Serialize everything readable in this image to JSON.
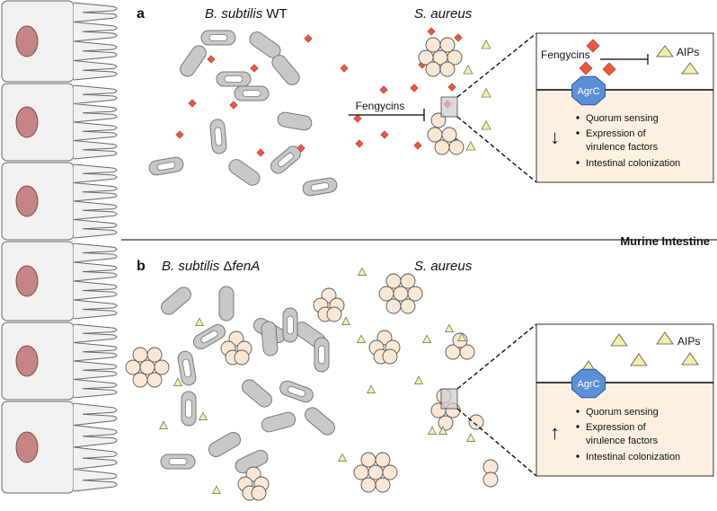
{
  "panel_a": {
    "letter": "a",
    "title_species": "B. subtilis",
    "title_strain": "WT",
    "target_species": "S. aureus",
    "inhibition_label": "Fengycins",
    "inset": {
      "fengycins_label": "Fengycins",
      "aips_label": "AIPs",
      "receptor": "AgrC",
      "arrow": "↓",
      "effects": [
        "Quorum sensing",
        "Expression of",
        "virulence factors",
        "Intestinal colonization"
      ]
    }
  },
  "divider_label": "Murine Intestine",
  "panel_b": {
    "letter": "b",
    "title_species": "B. subtilis",
    "title_strain_prefix": "Δ",
    "title_strain_gene": "fenA",
    "target_species": "S. aureus",
    "inset": {
      "aips_label": "AIPs",
      "receptor": "AgrC",
      "arrow": "↑",
      "effects": [
        "Quorum sensing",
        "Expression of",
        "virulence factors",
        "Intestinal colonization"
      ]
    }
  },
  "colors": {
    "fengycin": "#e8593c",
    "aip": "#f2f0a6",
    "staph": "#fbe7d6",
    "bacillus": "#c8c8c8",
    "inset_bg": "#fdf0e2",
    "agrc": "#5b8fd6",
    "nucleus": "#c58585"
  }
}
